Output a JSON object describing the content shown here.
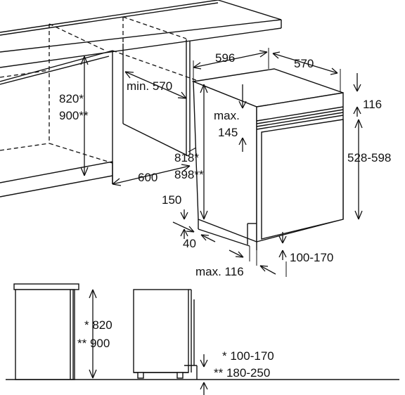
{
  "labels": {
    "cabinet_depth": "596",
    "appliance_depth": "570",
    "min_depth": "min. 570",
    "panel_height": "820*",
    "panel_height_alt": "900**",
    "niche_height": "818*",
    "niche_height_alt": "898**",
    "max_label": "max.",
    "max_value": "145",
    "top_offset": "116",
    "door_height": "528-598",
    "width": "600",
    "plinth_depth": "150",
    "plinth_offset": "40",
    "kick_height": "100-170",
    "max_116": "max. 116",
    "side_height_1": "* 820",
    "side_height_2": "** 900",
    "plinth_range_1": "* 100-170",
    "plinth_range_2": "** 180-250"
  }
}
